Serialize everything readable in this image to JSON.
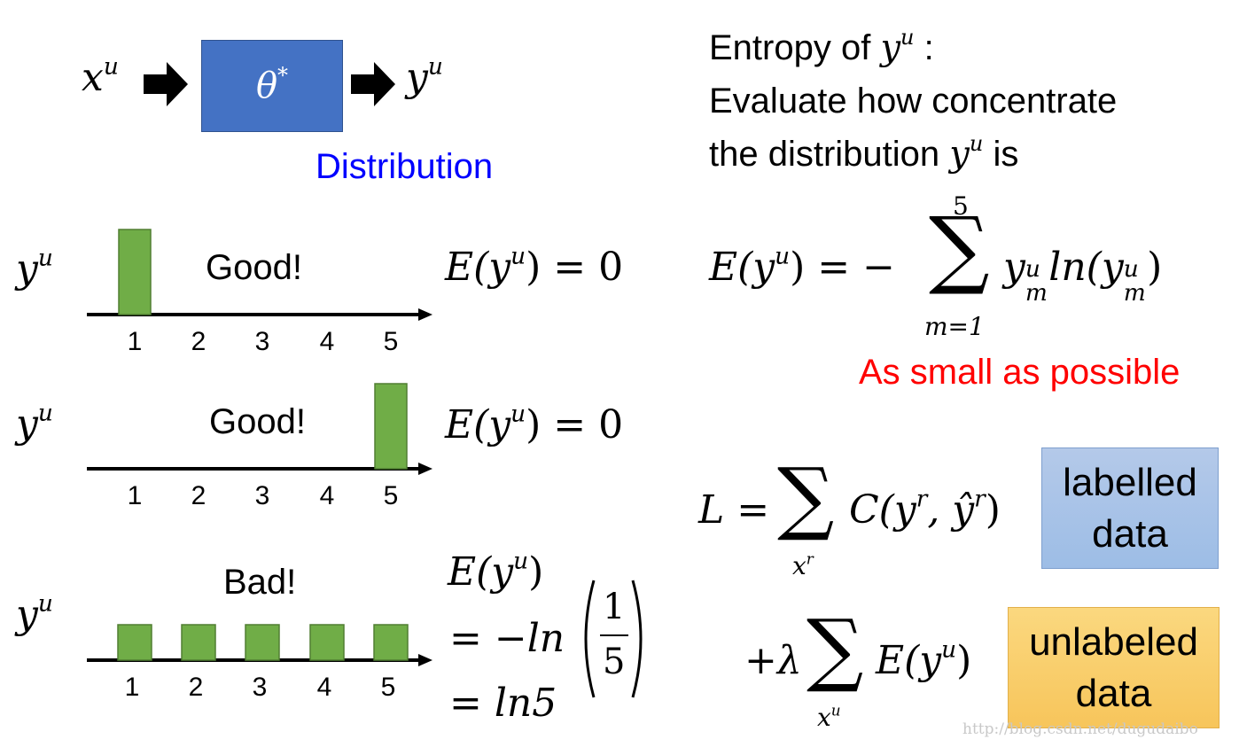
{
  "pipeline": {
    "input": "x",
    "input_sup": "u",
    "model": "θ",
    "model_sup": "*",
    "output": "y",
    "output_sup": "u",
    "distribution_label": "Distribution"
  },
  "entropy_heading": {
    "line1_text": "Entropy of ",
    "line1_var": "y",
    "line1_sup": "u",
    "line1_colon": " :",
    "line2": "Evaluate how concentrate",
    "line3_text": "the distribution ",
    "line3_var": "y",
    "line3_sup": "u",
    "line3_end": " is"
  },
  "charts": {
    "y_var": "y",
    "y_sup": "u",
    "ticks": [
      "1",
      "2",
      "3",
      "4",
      "5"
    ],
    "chart1_label": "Good!",
    "chart2_label": "Good!",
    "chart3_label": "Bad!"
  },
  "chart_data": [
    {
      "type": "bar",
      "categories": [
        "1",
        "2",
        "3",
        "4",
        "5"
      ],
      "values": [
        1,
        0,
        0,
        0,
        0
      ],
      "title": "Good!"
    },
    {
      "type": "bar",
      "categories": [
        "1",
        "2",
        "3",
        "4",
        "5"
      ],
      "values": [
        0,
        0,
        0,
        0,
        1
      ],
      "title": "Good!"
    },
    {
      "type": "bar",
      "categories": [
        "1",
        "2",
        "3",
        "4",
        "5"
      ],
      "values": [
        0.2,
        0.2,
        0.2,
        0.2,
        0.2
      ],
      "title": "Bad!"
    }
  ],
  "entropy_values": {
    "e1": "E(y",
    "e1_sup": "u",
    "e1_end": ") = 0",
    "e2": "E(y",
    "e2_sup": "u",
    "e2_end": ") = 0",
    "e3_line1": "E(y",
    "e3_sup": "u",
    "e3_line1_end": ")",
    "e3_line2": "= −ln",
    "frac_num": "1",
    "frac_den": "5",
    "e3_line3": "= ln5"
  },
  "entropy_formula": {
    "lhs": "E(y",
    "lhs_sup": "u",
    "lhs_end": ") = −",
    "sum_upper": "5",
    "sum_lower": "m=1",
    "term_a": "y",
    "term_a_sub": "m",
    "term_a_sup": "u",
    "term_mid": "ln(y",
    "term_b_sub": "m",
    "term_b_sup": "u",
    "term_end": ")",
    "note": "As small as possible",
    "note_color": "#ff0000"
  },
  "loss": {
    "lhs": "L = ",
    "sum1_lower": "x",
    "sum1_lower_sup": "r",
    "term1": "C(y",
    "term1_sup": "r",
    "term1_mid": ", ŷ",
    "term1_sup2": "r",
    "term1_end": ")",
    "plus": "+λ",
    "sum2_lower": "x",
    "sum2_lower_sup": "u",
    "term2": "E(y",
    "term2_sup": "u",
    "term2_end": ")",
    "labelled_line1": "labelled",
    "labelled_line2": "data",
    "unlabeled_line1": "unlabeled",
    "unlabeled_line2": "data"
  },
  "watermark": "http://blog.csdn.net/dugudaibo",
  "colors": {
    "bar": "#70ad47",
    "bar_border": "#507e32",
    "theta_box": "#4472c4",
    "distribution": "#0000ff",
    "note": "#ff0000"
  }
}
